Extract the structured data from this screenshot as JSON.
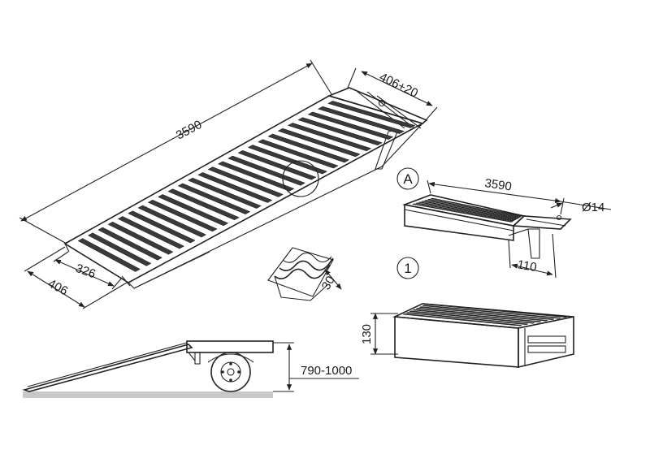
{
  "dimensions": {
    "ramp_length": "3590",
    "flap_width": "406+20",
    "inner_width": "326",
    "outer_width": "406",
    "profile_depth": "30",
    "detail_length": "3590",
    "pin_diameter": "Ø14",
    "hook_length": "110",
    "section_height": "130",
    "loading_height": "790-1000"
  },
  "markers": {
    "detail_a": "A",
    "detail_1": "1"
  },
  "colors": {
    "line": "#222222",
    "slat": "#3a3a3a",
    "ground": "#c8c8c8",
    "paper": "#ffffff"
  }
}
